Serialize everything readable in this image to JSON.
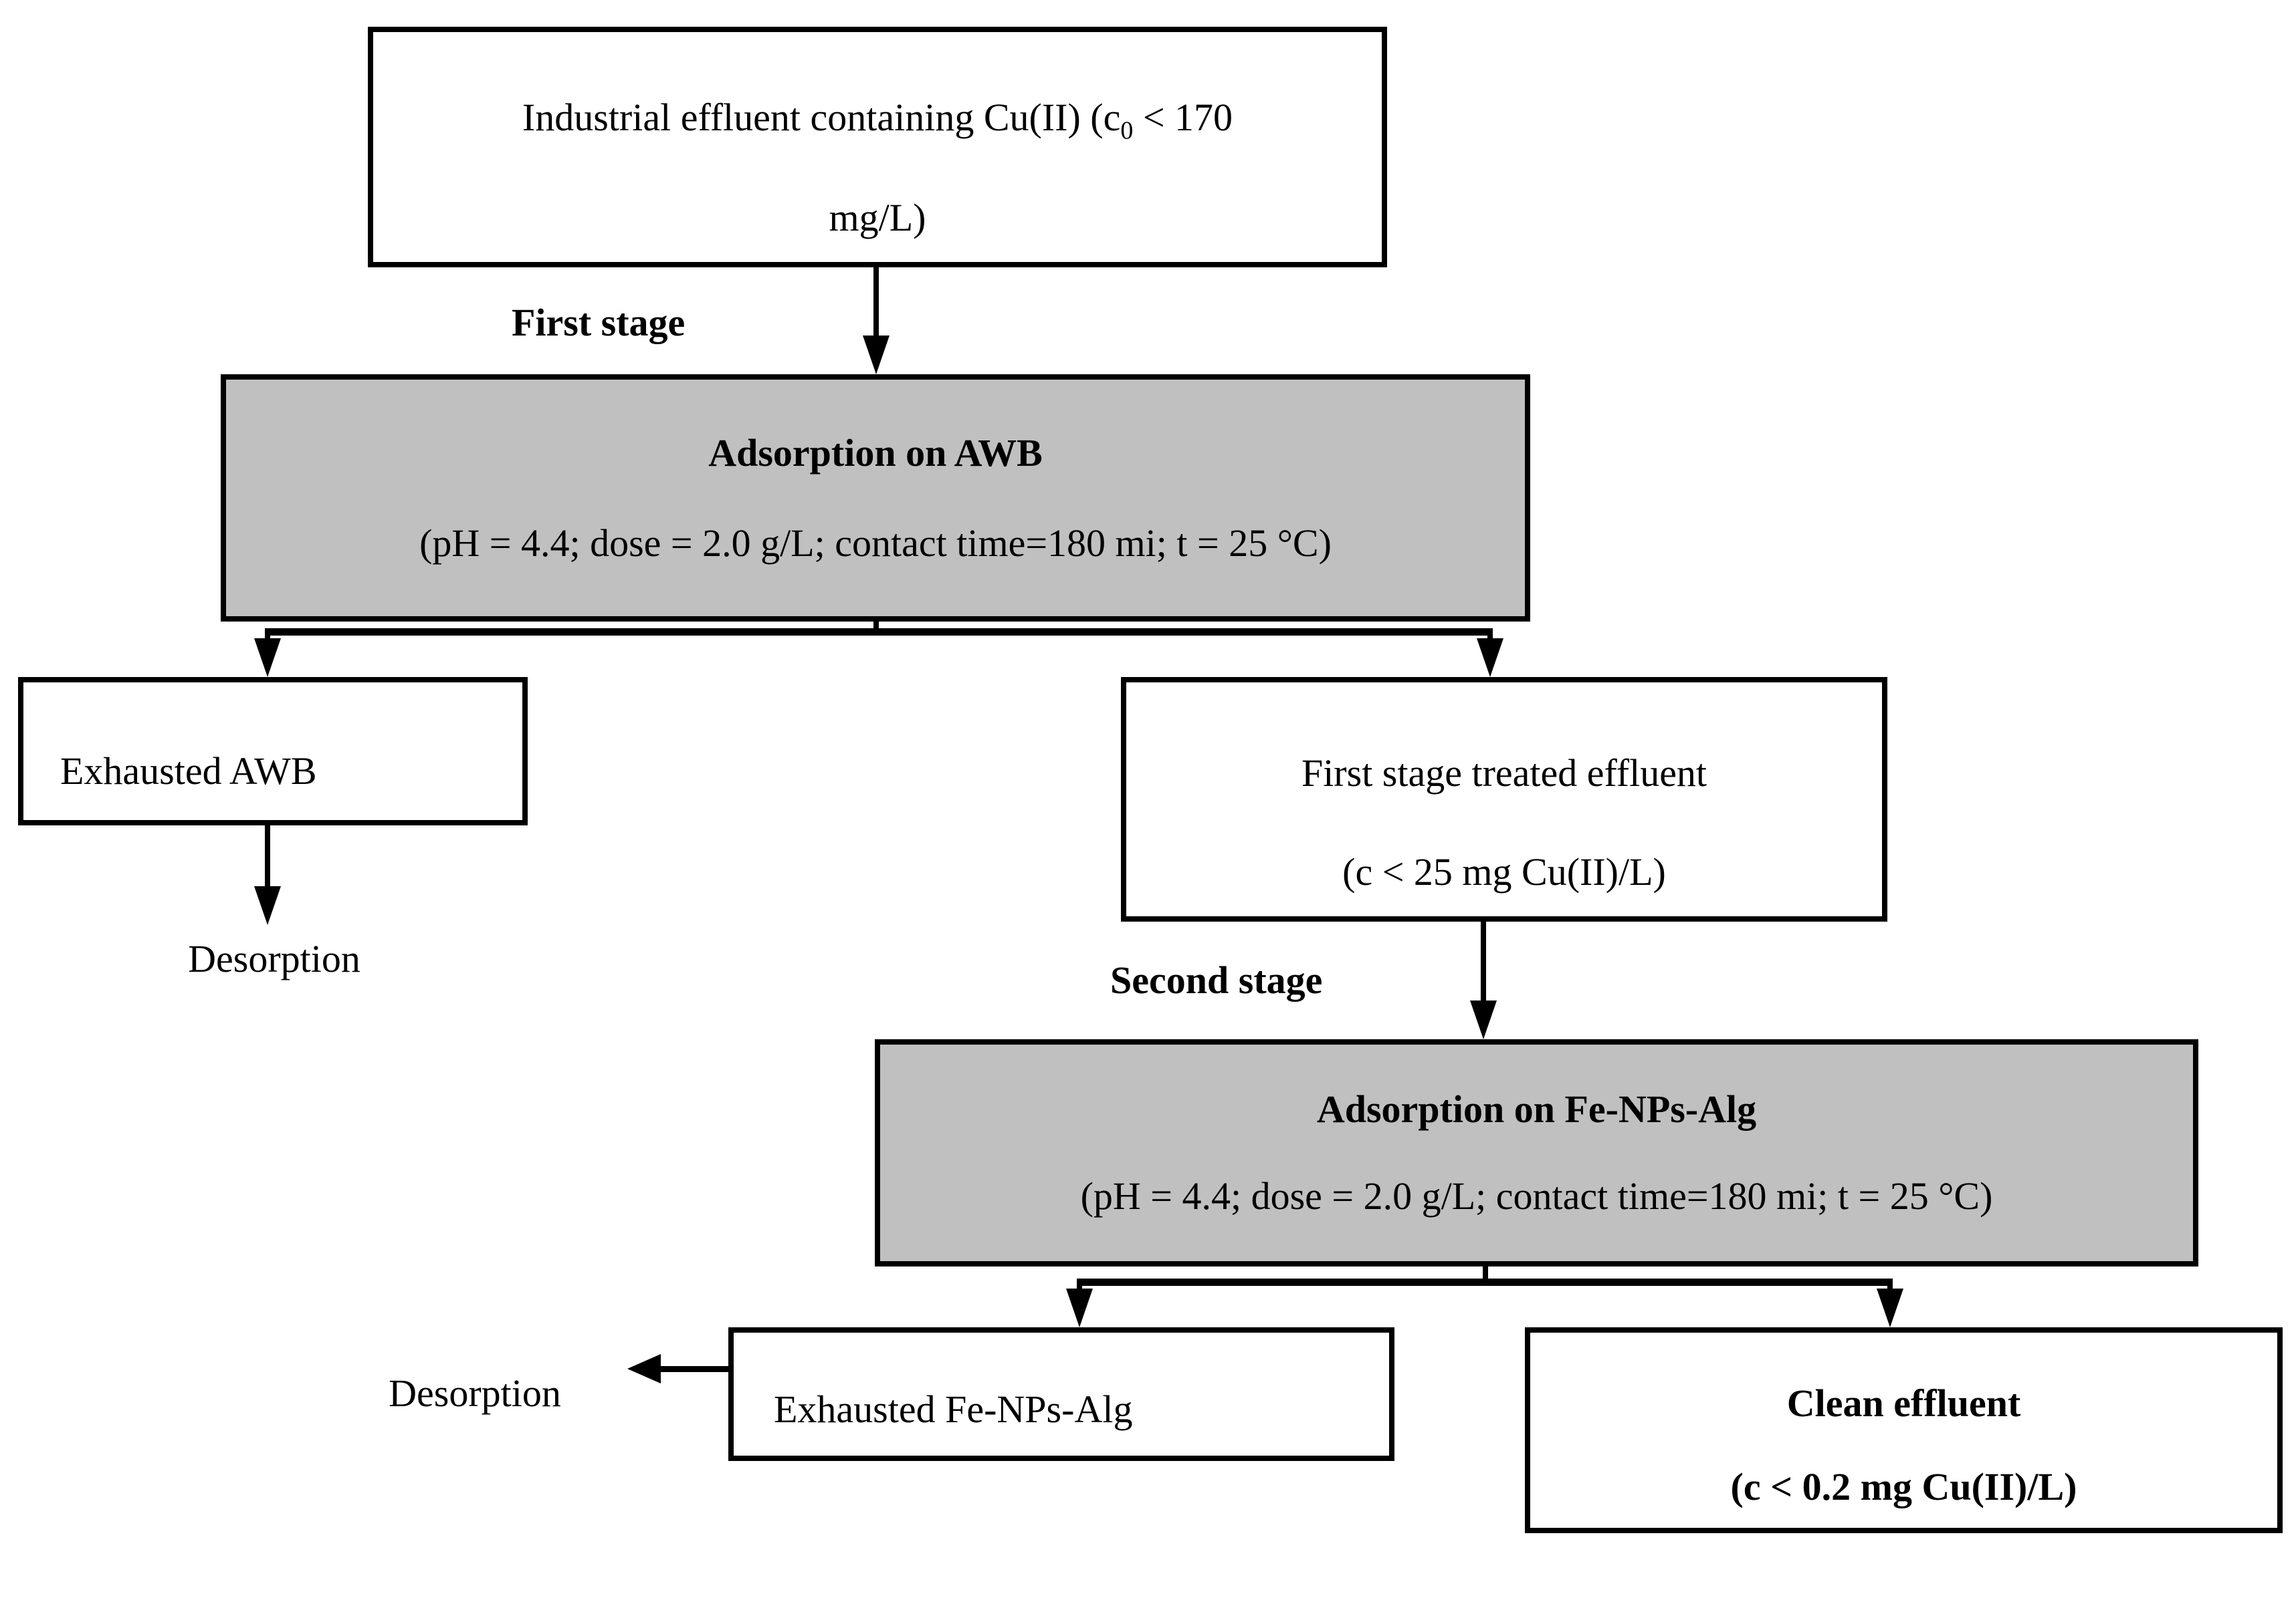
{
  "figure": {
    "background": "#ffffff",
    "process_box_fill": "#c0c0c0",
    "line_color": "#000000"
  },
  "nodes": {
    "influent": {
      "line1_pre": "Industrial effluent containing Cu(II) (c",
      "line1_sub": "0",
      "line1_post": " < 170",
      "line2": "mg/L)"
    },
    "stage1_label": "First stage",
    "adsorption_awb": {
      "title": "Adsorption on AWB",
      "params": "(pH = 4.4; dose = 2.0 g/L; contact time=180 mi; t = 25 °C)"
    },
    "exhausted_awb": {
      "label": "Exhausted AWB"
    },
    "desorption_1": {
      "label": "Desorption"
    },
    "treated_effluent": {
      "line1": "First stage treated effluent",
      "line2": "(c < 25 mg Cu(II)/L)"
    },
    "stage2_label": "Second stage",
    "adsorption_fenps": {
      "title": "Adsorption on Fe-NPs-Alg",
      "params": "(pH = 4.4; dose = 2.0 g/L; contact time=180 mi; t = 25 °C)"
    },
    "exhausted_fenps": {
      "label": "Exhausted Fe-NPs-Alg"
    },
    "desorption_2": {
      "label": "Desorption"
    },
    "clean_effluent": {
      "line1": "Clean effluent",
      "line2": "(c < 0.2 mg Cu(II)/L)"
    }
  }
}
